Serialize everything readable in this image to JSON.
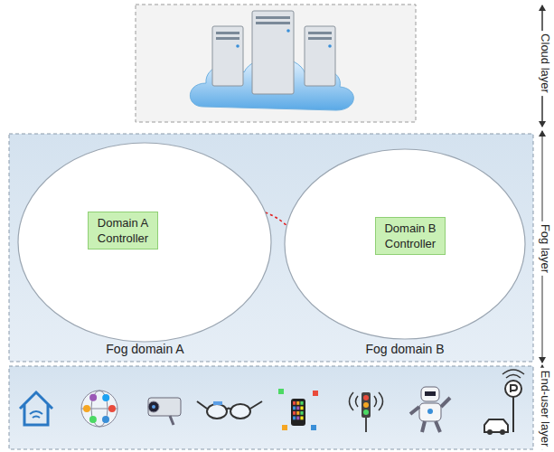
{
  "diagram": {
    "nodes": [
      {
        "text": [
          "Fog domain A"
        ]
      },
      {
        "text": [
          "Domain A Controller"
        ],
        "in": 0
      },
      {
        "text": [
          "Fog domain B"
        ]
      },
      {
        "text": [
          "Domain B Controller"
        ],
        "in": 2
      }
    ],
    "labels": [
      "Cloud layer",
      "Fog layer",
      "End-user layer"
    ]
  }
}
